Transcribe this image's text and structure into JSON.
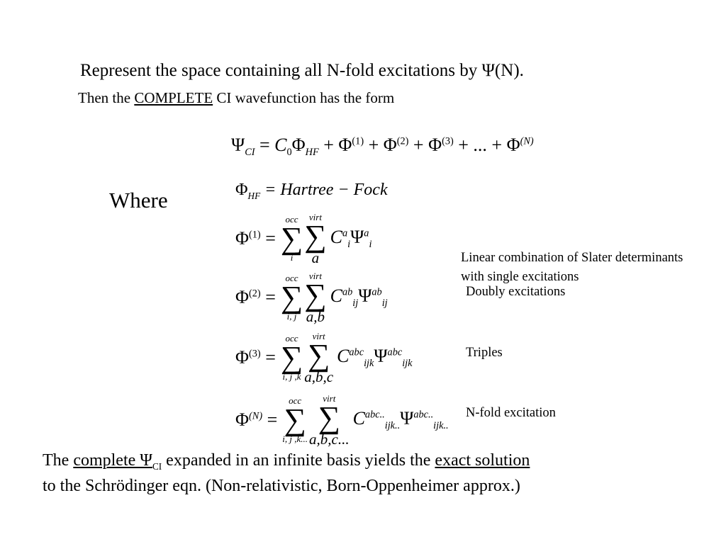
{
  "intro": {
    "line1": "Represent the space containing all N-fold excitations by Ψ(N).",
    "line2_prefix": "Then the ",
    "line2_underlined": "COMPLETE",
    "line2_suffix": " CI wavefunction has the form"
  },
  "main_equation": {
    "psi": "Ψ",
    "psi_sub": "CI",
    "eq": " = ",
    "c0": "C",
    "c0_sub": "0",
    "phi": "Φ",
    "phi_sub": "HF",
    "terms": [
      {
        "sym": " + Φ",
        "sup": "(1)"
      },
      {
        "sym": " + Φ",
        "sup": "(2)"
      },
      {
        "sym": " + Φ",
        "sup": "(3)"
      },
      {
        "sym": " + ... + Φ",
        "sup": "(N)"
      }
    ]
  },
  "where_label": "Where",
  "hf_def": {
    "phi": "Φ",
    "sub": "HF",
    "rest": " = Hartree − Fock"
  },
  "expansions": [
    {
      "phi_sup": "(1)",
      "sum1_top": "occ",
      "sum1_bot": "i",
      "sum2_top": "virt",
      "sum2_bot": "a",
      "c_sup": "a",
      "c_sub": "i",
      "psi_sup": "a",
      "psi_sub": "i",
      "note": "Linear combination of Slater determinants with single excitations"
    },
    {
      "phi_sup": "(2)",
      "sum1_top": "occ",
      "sum1_bot": "i, j",
      "sum2_top": "virt",
      "sum2_bot": "a,b",
      "c_sup": "ab",
      "c_sub": "ij",
      "psi_sup": "ab",
      "psi_sub": "ij",
      "note": "Doubly excitations"
    },
    {
      "phi_sup": "(3)",
      "sum1_top": "occ",
      "sum1_bot": "i, j ,k",
      "sum2_top": "virt",
      "sum2_bot": "a,b,c",
      "c_sup": "abc",
      "c_sub": "ijk",
      "psi_sup": "abc",
      "psi_sub": "ijk",
      "note": "Triples"
    },
    {
      "phi_sup": "(N)",
      "sum1_top": "occ",
      "sum1_bot": "i, j ,k...",
      "sum2_top": "virt",
      "sum2_bot": "a,b,c...",
      "c_sup": "abc..",
      "c_sub": "ijk..",
      "psi_sup": "abc..",
      "psi_sub": "ijk..",
      "note": "N-fold excitation"
    }
  ],
  "conclusion": {
    "p1": "The ",
    "u1": "complete Ψ",
    "u1_sub": "CI",
    "p2": " expanded in an infinite basis yields the ",
    "u2": "exact solution",
    "line2": "to the Schrödinger eqn. (Non-relativistic, Born-Oppenheimer approx.)"
  }
}
